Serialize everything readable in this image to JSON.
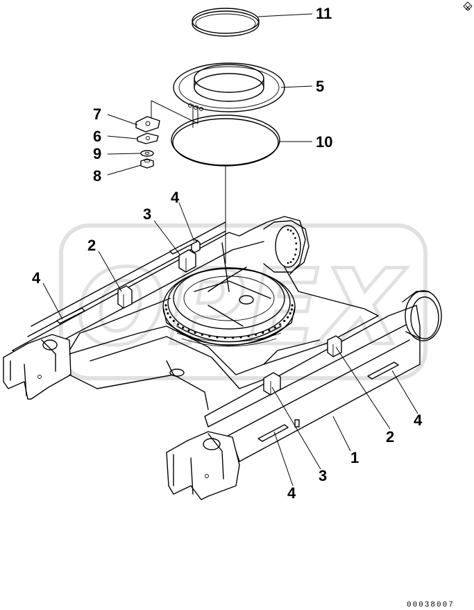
{
  "diagram": {
    "callouts": [
      "11",
      "5",
      "7",
      "6",
      "9",
      "8",
      "10",
      "4",
      "3",
      "2",
      "4",
      "2",
      "4",
      "1",
      "3",
      "4"
    ],
    "document_number": "00038007"
  },
  "watermark": {
    "text": "OPEX"
  },
  "corner_mark": {
    "icon": "close-diamond-icon"
  }
}
